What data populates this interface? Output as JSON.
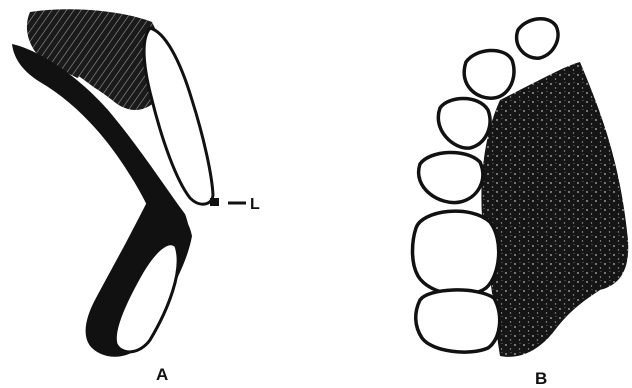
{
  "figure": {
    "labels": {
      "panel_a": "A",
      "panel_b": "B",
      "pointer": "L"
    },
    "colors": {
      "ink": "#111111",
      "paper": "#ffffff"
    }
  }
}
